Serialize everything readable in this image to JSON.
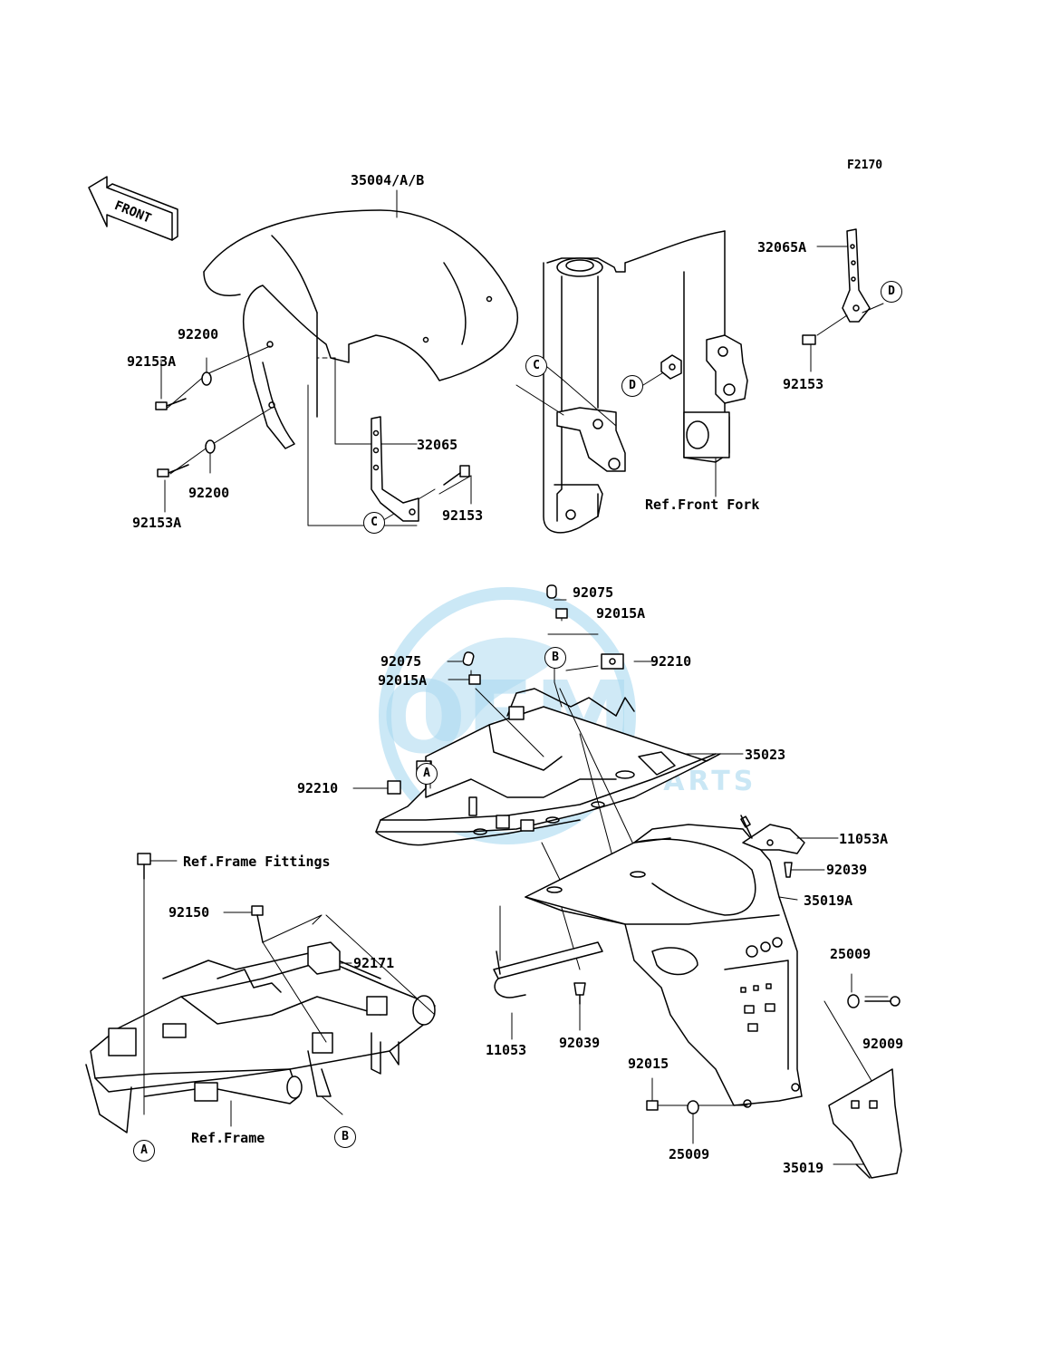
{
  "figure_code": "F2170",
  "front_arrow_label": "FRONT",
  "watermark": {
    "brand": "OEM",
    "sub": "MOTORPARTS",
    "color": "#a8d8f0"
  },
  "part_labels": {
    "p35004": "35004/A/B",
    "p32065A": "32065A",
    "p92200_top": "92200",
    "p92153A_top": "92153A",
    "p92153_right": "92153",
    "p32065": "32065",
    "p92200_bottom": "92200",
    "p92153A_bottom": "92153A",
    "p92153_mid": "92153",
    "ref_front_fork": "Ref.Front Fork",
    "p92075_top": "92075",
    "p92015A_top": "92015A",
    "p92075_left": "92075",
    "p92015A_left": "92015A",
    "p92210_right": "92210",
    "p35023": "35023",
    "p92210_left": "92210",
    "p11053A": "11053A",
    "ref_frame_fittings": "Ref.Frame Fittings",
    "p92039_right": "92039",
    "p92150": "92150",
    "p35019A": "35019A",
    "p92171": "92171",
    "p25009_top": "25009",
    "p92009": "92009",
    "p11053": "11053",
    "p92039_bottom": "92039",
    "p92015": "92015",
    "ref_frame": "Ref.Frame",
    "p25009_bottom": "25009",
    "p35019": "35019"
  },
  "callouts": {
    "c_left": "C",
    "c_fork": "C",
    "d_fork": "D",
    "d_right": "D",
    "b_top": "B",
    "a_mid": "A",
    "b_bottom": "B",
    "a_bottom": "A"
  }
}
